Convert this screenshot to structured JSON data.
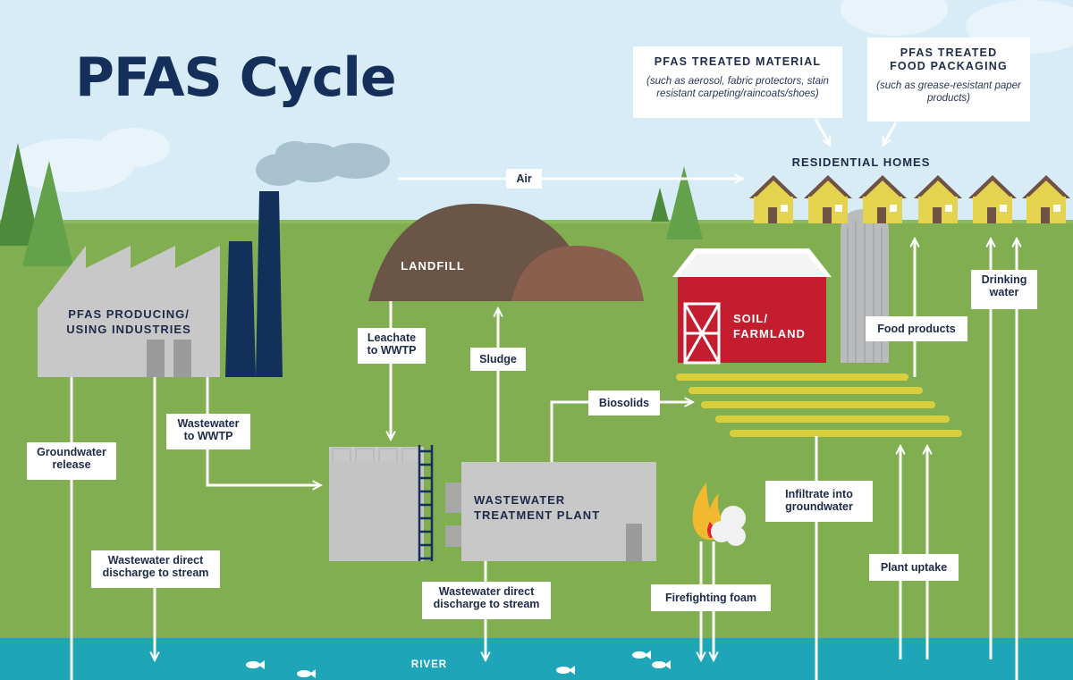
{
  "title": "PFAS Cycle",
  "info_boxes": {
    "treated_material": {
      "heading": "PFAS TREATED MATERIAL",
      "detail": "(such as aerosol, fabric protectors, stain resistant carpeting/raincoats/shoes)"
    },
    "food_packaging": {
      "heading_line1": "PFAS TREATED",
      "heading_line2": "FOOD PACKAGING",
      "detail": "(such as grease-resistant paper products)"
    }
  },
  "nodes": {
    "residential_homes": "RESIDENTIAL HOMES",
    "landfill": "LANDFILL",
    "industries_line1": "PFAS PRODUCING/",
    "industries_line2": "USING INDUSTRIES",
    "wwtp_line1": "WASTEWATER",
    "wwtp_line2": "TREATMENT PLANT",
    "farm_line1": "SOIL/",
    "farm_line2": "FARMLAND",
    "river": "RIVER"
  },
  "flows": {
    "air": "Air",
    "leachate_line1": "Leachate",
    "leachate_line2": "to WWTP",
    "sludge": "Sludge",
    "biosolids": "Biosolids",
    "groundwater_line1": "Groundwater",
    "groundwater_line2": "release",
    "ww_to_wwtp_line1": "Wastewater",
    "ww_to_wwtp_line2": "to WWTP",
    "ww_direct1_line1": "Wastewater direct",
    "ww_direct1_line2": "discharge to stream",
    "ww_direct2_line1": "Wastewater direct",
    "ww_direct2_line2": "discharge to stream",
    "food_products": "Food products",
    "drinking_line1": "Drinking",
    "drinking_line2": "water",
    "infiltrate_line1": "Infiltrate into",
    "infiltrate_line2": "groundwater",
    "plant_uptake": "Plant uptake",
    "firefighting_foam": "Firefighting foam"
  },
  "colors": {
    "sky": "#cfe7f3",
    "grass": "#7fae4f",
    "river": "#1ea6b8",
    "navy": "#14305a",
    "building_gray": "#c6c6c6",
    "barn_red": "#c41d2f",
    "crop_yellow": "#d9cf3c",
    "house_yellow": "#e3d34e",
    "landfill_brown": "#6b5547"
  }
}
